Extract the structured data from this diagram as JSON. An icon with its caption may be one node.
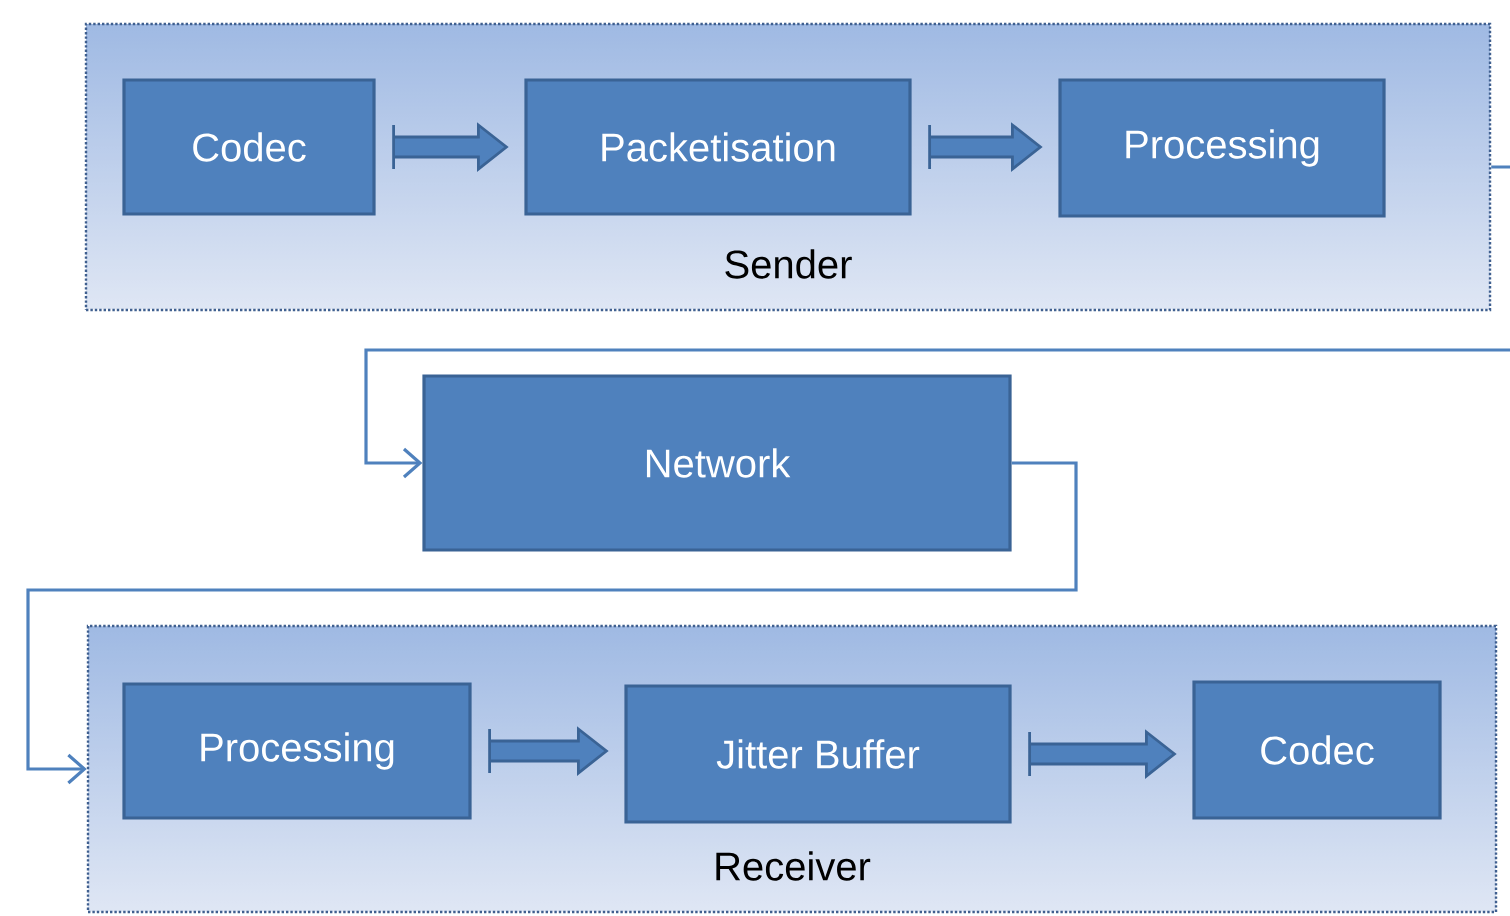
{
  "diagram": {
    "nodes": [
      {
        "text": [
          "Sender"
        ]
      },
      {
        "text": [
          "Codec"
        ],
        "in": 0
      },
      {
        "text": [
          "Packetisation"
        ],
        "in": 0
      },
      {
        "text": [
          "Processing"
        ],
        "in": 0
      },
      {
        "text": [
          "Network"
        ]
      },
      {
        "text": [
          "Receiver"
        ]
      },
      {
        "text": [
          "Processing"
        ],
        "in": 5
      },
      {
        "text": [
          "Jitter Buffer"
        ],
        "in": 5
      },
      {
        "text": [
          "Codec"
        ],
        "in": 5
      }
    ],
    "edges": [
      {
        "from": 1,
        "to": 2,
        "arrow": "to",
        "style": "thick"
      },
      {
        "from": 2,
        "to": 3,
        "arrow": "to",
        "style": "thick"
      },
      {
        "from": 0,
        "to": 4,
        "arrow": "to"
      },
      {
        "from": 4,
        "to": 5,
        "arrow": "to"
      },
      {
        "from": 6,
        "to": 7,
        "arrow": "to",
        "style": "thick"
      },
      {
        "from": 7,
        "to": 8,
        "arrow": "to",
        "style": "thick"
      }
    ]
  }
}
